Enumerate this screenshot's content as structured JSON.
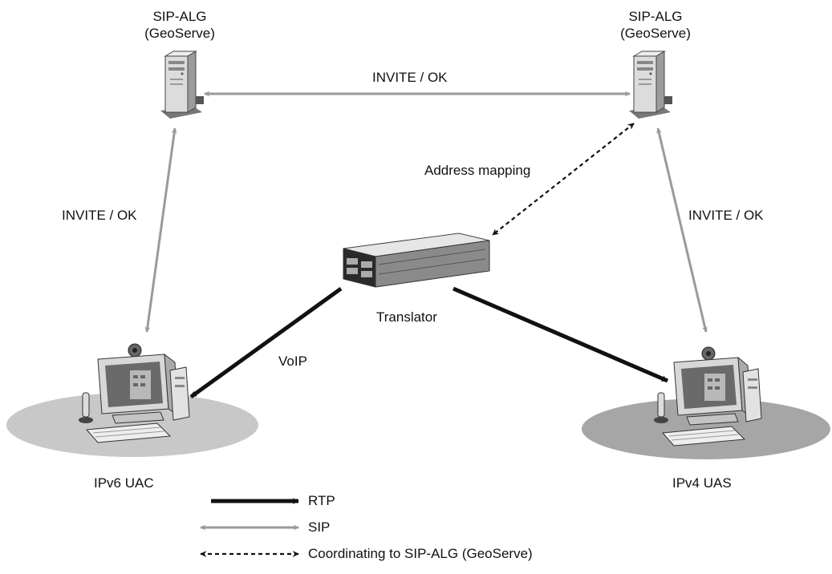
{
  "nodes": {
    "alg_left": {
      "line1": "SIP-ALG",
      "line2": "(GeoServe)"
    },
    "alg_right": {
      "line1": "SIP-ALG",
      "line2": "(GeoServe)"
    },
    "translator": {
      "label": "Translator"
    },
    "uac": {
      "label": "IPv6 UAC"
    },
    "uas": {
      "label": "IPv4 UAS"
    }
  },
  "edges": {
    "top": "INVITE / OK",
    "left": "INVITE / OK",
    "right": "INVITE / OK",
    "mapping": "Address mapping",
    "voip": "VoIP"
  },
  "legend": {
    "rtp": "RTP",
    "sip": "SIP",
    "coord": "Coordinating to SIP-ALG (GeoServe)"
  },
  "colors": {
    "rtp": "#111111",
    "sip": "#9a9a9a",
    "coord": "#111111",
    "ellipse_left": "#c8c8c8",
    "ellipse_right": "#a6a6a6"
  }
}
